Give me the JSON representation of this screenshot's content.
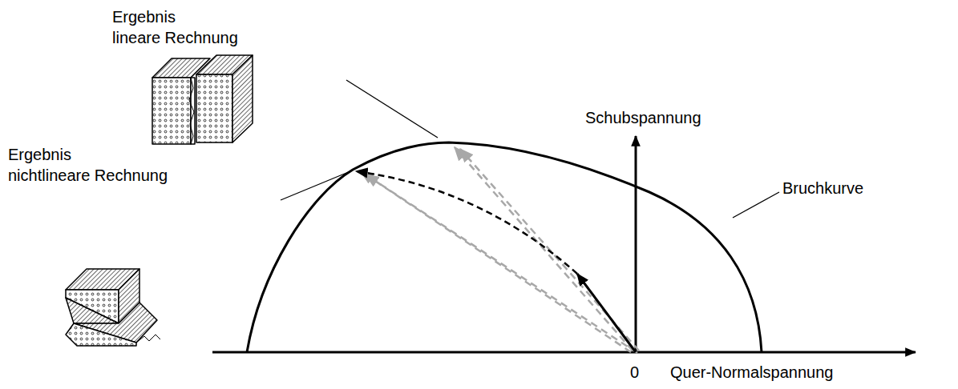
{
  "diagram": {
    "labels": [
      "Ergebnis lineare Rechnung",
      "Schubspannung",
      "Bruchkurve",
      "Ergebnis nichtlineare Rechnung",
      "0",
      "Quer-Normalspannung"
    ]
  }
}
